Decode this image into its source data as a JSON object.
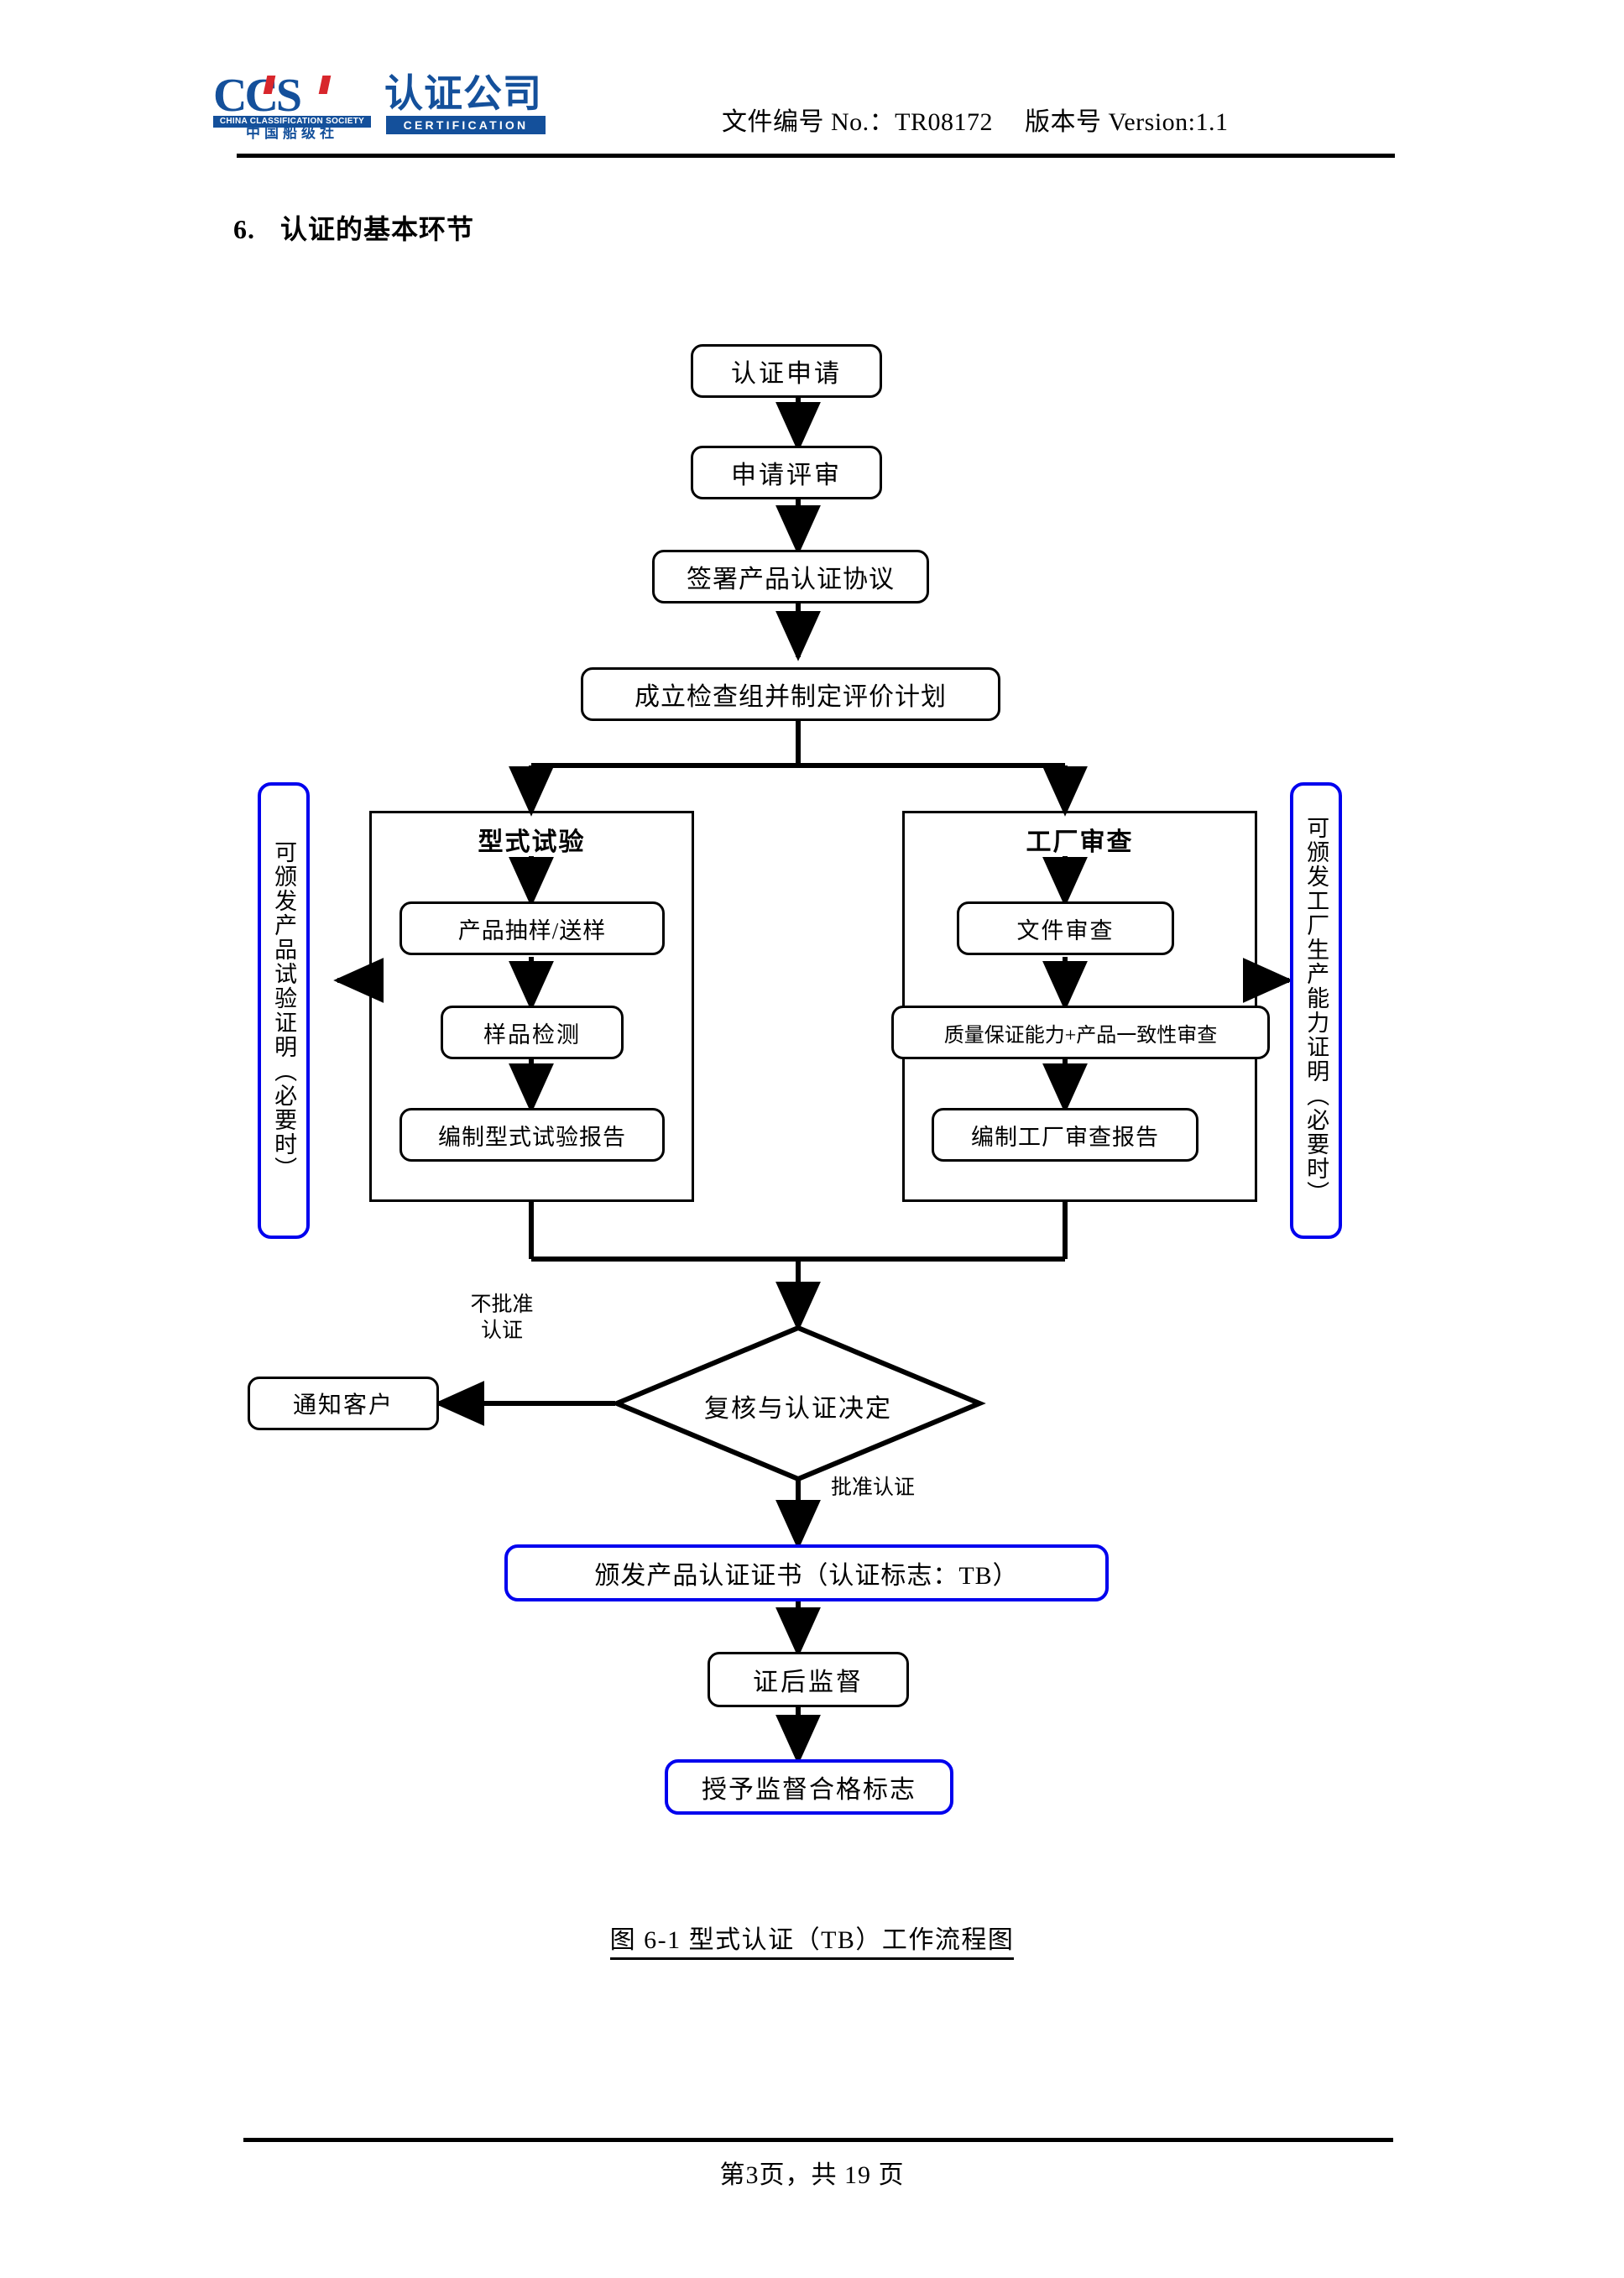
{
  "header": {
    "logo": {
      "mark": "CCS",
      "society_en": "CHINA CLASSIFICATION SOCIETY",
      "society_cn": "中国船级社",
      "company_cn": "认证公司",
      "company_en": "CERTIFICATION"
    },
    "doc_no_label": "文件编号 No.：",
    "doc_no_value": "TR08172",
    "version_label": "版本号 Version:",
    "version_value": "1.1"
  },
  "section": {
    "number": "6.",
    "title": "认证的基本环节"
  },
  "flow": {
    "nodes": {
      "apply": "认证申请",
      "review_application": "申请评审",
      "sign_agreement": "签署产品认证协议",
      "form_team": "成立检查组并制定评价计划",
      "type_test_title": "型式试验",
      "sampling": "产品抽样/送样",
      "sample_test": "样品检测",
      "type_test_report": "编制型式试验报告",
      "factory_audit_title": "工厂审查",
      "doc_review": "文件审查",
      "quality_consistency": "质量保证能力+产品一致性审查",
      "factory_report": "编制工厂审查报告",
      "left_side_note": "可颁发产品试验证明（必要时）",
      "right_side_note": "可颁发工厂生产能力证明（必要时）",
      "decision": "复核与认证决定",
      "notify_client": "通知客户",
      "issue_certificate": "颁发产品认证证书（认证标志：TB）",
      "post_supervision": "证后监督",
      "grant_mark": "授予监督合格标志"
    },
    "edge_labels": {
      "reject_line1": "不批准",
      "reject_line2": "认证",
      "approve": "批准认证"
    },
    "colors": {
      "blue": "#0000ee",
      "black": "#000000"
    }
  },
  "figure_caption": "图 6-1 型式认证（TB）工作流程图",
  "footer": {
    "page_text": "第3页，共 19 页"
  }
}
